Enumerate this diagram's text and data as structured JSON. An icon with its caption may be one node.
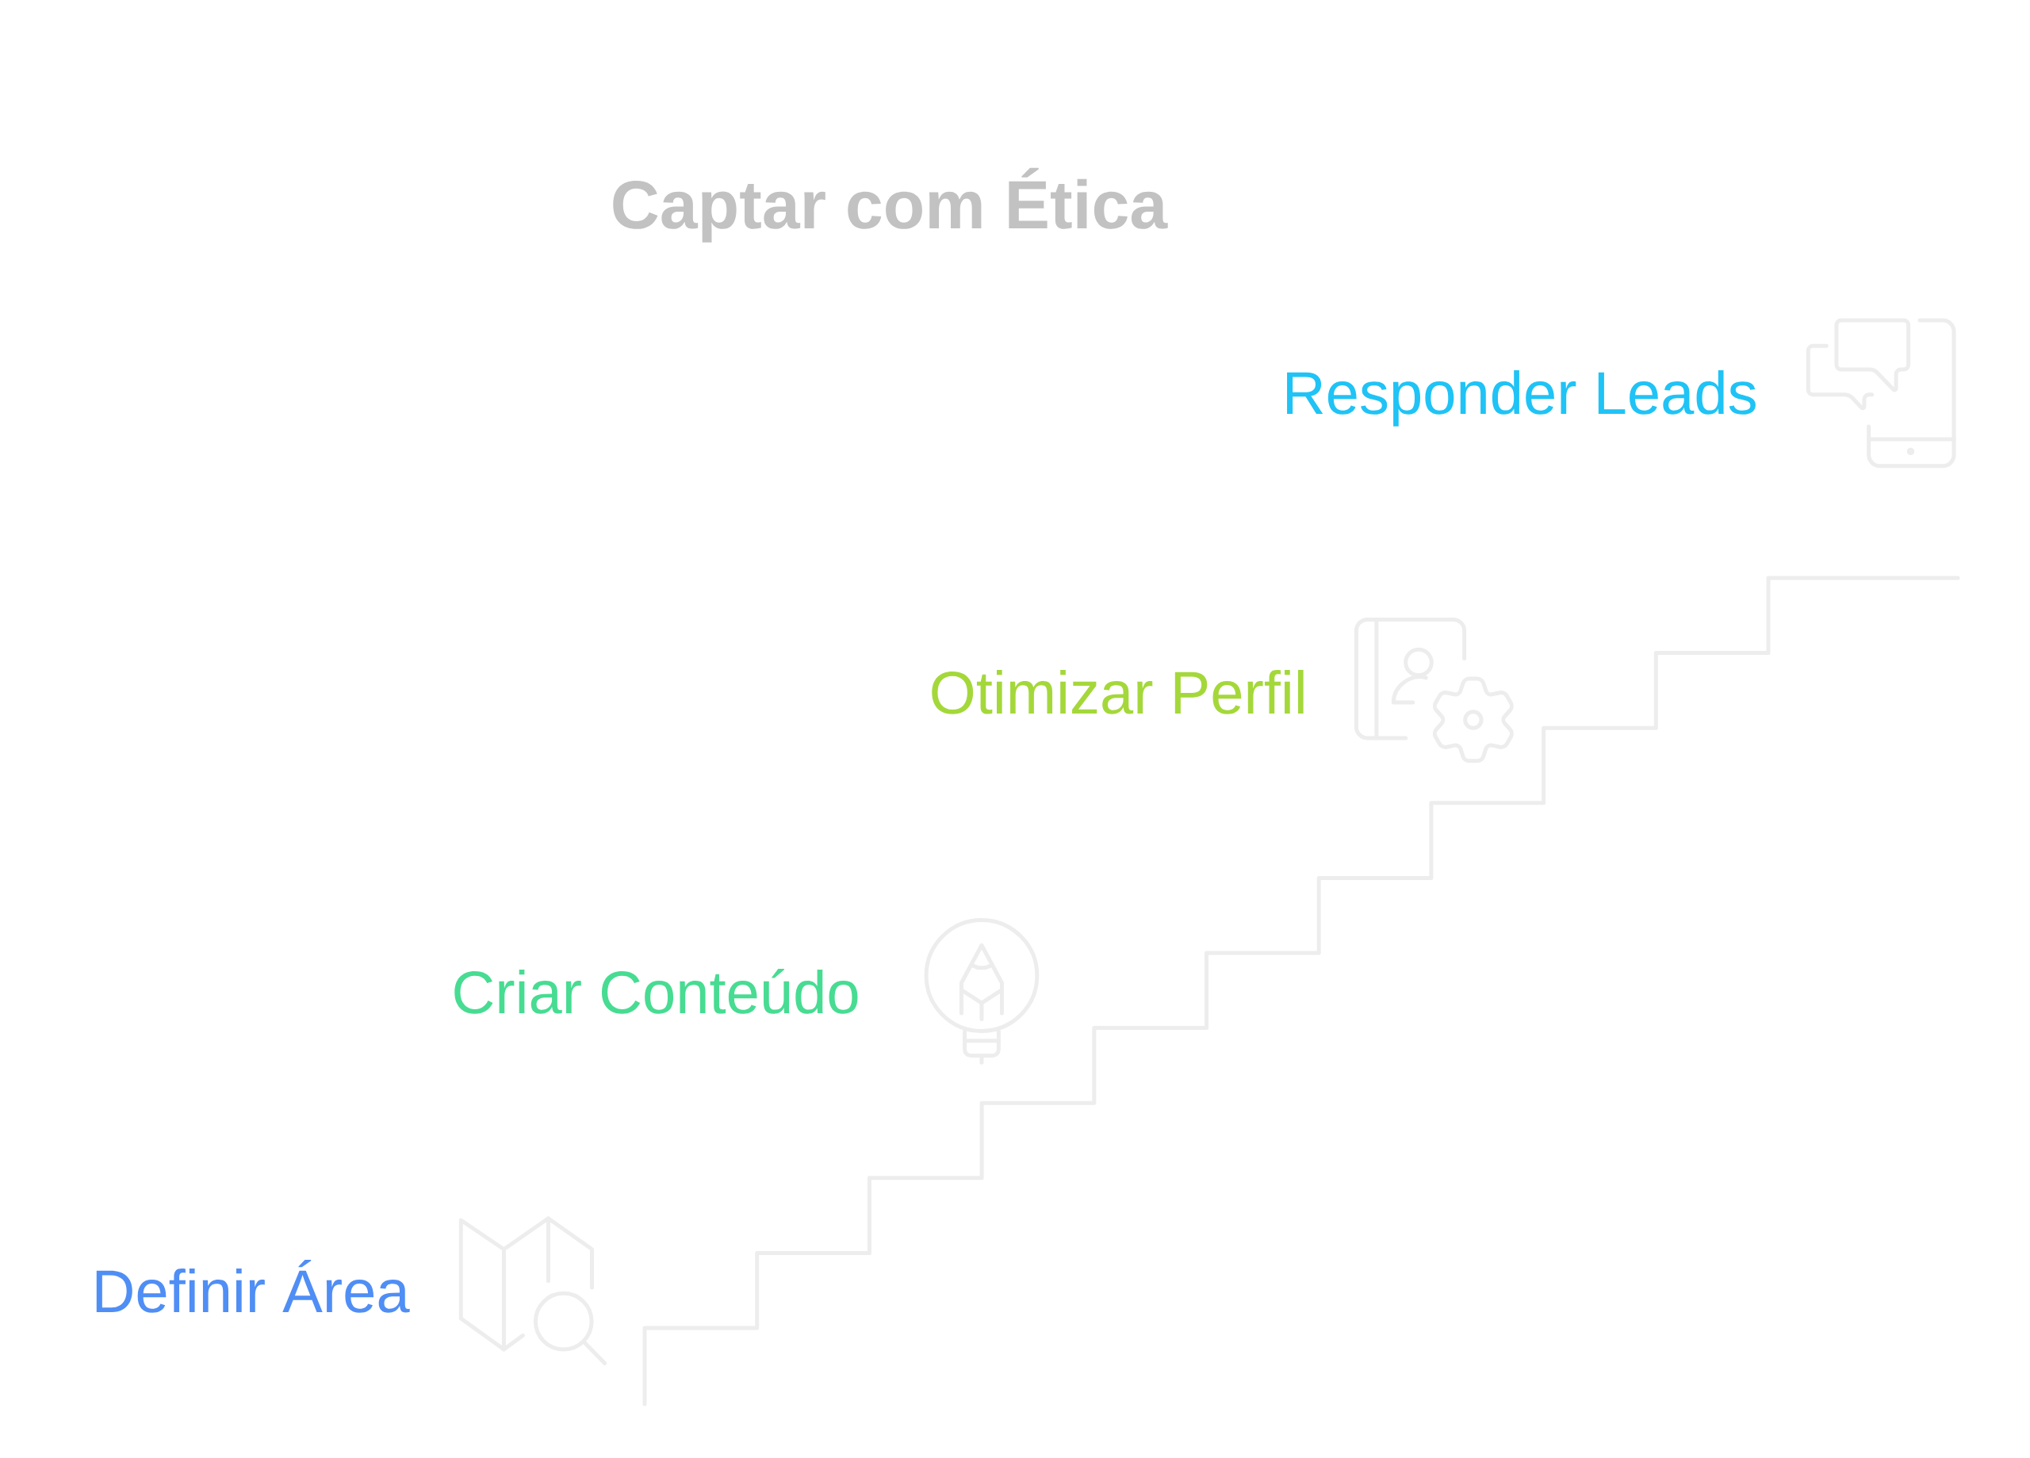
{
  "diagram": {
    "title": "Captar com Ética",
    "labels": [
      "Responder Leads",
      "Otimizar Perfil",
      "Criar Conteúdo",
      "Definir Área"
    ]
  }
}
